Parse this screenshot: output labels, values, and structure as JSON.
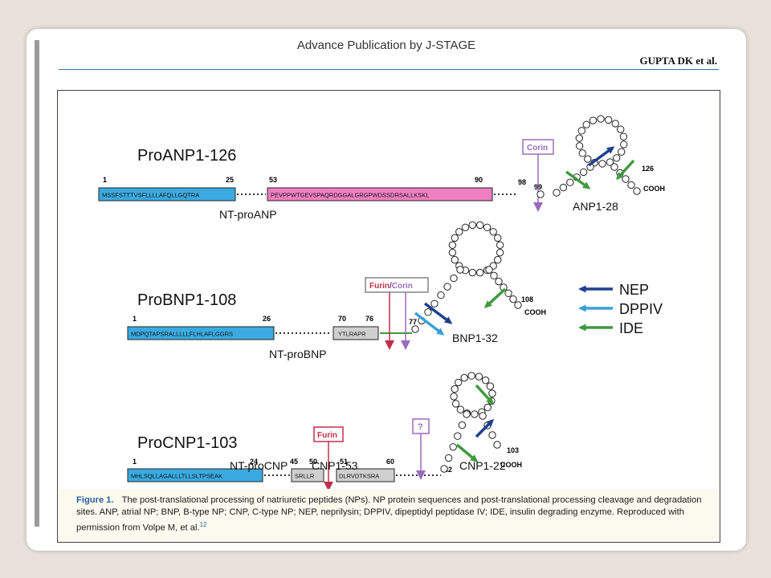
{
  "header": {
    "running_head": "Advance Publication by J-STAGE",
    "authors": "GUPTA DK et al."
  },
  "figure": {
    "anp": {
      "pro_label": "ProANP1-126",
      "nt_label": "NT-proANP",
      "mature_label": "ANP1-28",
      "seq1": "MSSFSTTTVSFLLLLAFQLLGQTRA",
      "seq2": "PEVPPWTGEVSPAQRDGGALGRGPWDSSDRSALLKSKL",
      "pos_1": "1",
      "pos_25": "25",
      "pos_53": "53",
      "pos_90": "90",
      "pos_98": "98",
      "pos_99": "99",
      "pos_126": "126",
      "enzyme": "Corin",
      "cooh": "COOH"
    },
    "bnp": {
      "pro_label": "ProBNP1-108",
      "nt_label": "NT-proBNP",
      "mature_label": "BNP1-32",
      "seq1": "MDPQTAPSRALLLLLFLHLAFLGGRS",
      "seq2": "YTLRAPR",
      "pos_1": "1",
      "pos_26": "26",
      "pos_70": "70",
      "pos_76": "76",
      "pos_77": "77",
      "pos_108": "108",
      "enzyme_a": "Furin",
      "enzyme_sep": "/",
      "enzyme_b": "Corin",
      "cooh": "COOH"
    },
    "cnp": {
      "pro_label": "ProCNP1-103",
      "nt_label": "NT-proCNP",
      "mid_label": "CNP1-53",
      "mature_label": "CNP1-22",
      "seq1": "MHLSQLLAGALLLTLLSLTPSEAK",
      "seq2": "SRLLR",
      "seq3": "DLRVDTKSRA",
      "pos_1": "1",
      "pos_24": "24",
      "pos_45": "45",
      "pos_50": "50",
      "pos_51": "51",
      "pos_60": "60",
      "pos_82": "82",
      "pos_103": "103",
      "enzyme": "Furin",
      "unknown": "?",
      "cooh": "COOH"
    },
    "legend": [
      {
        "label": "NEP",
        "color": "#1f3f8f"
      },
      {
        "label": "DPPIV",
        "color": "#3aa0d8"
      },
      {
        "label": "IDE",
        "color": "#3f9a3f"
      }
    ],
    "colors": {
      "blue_seq": "#3aaae0",
      "pink_seq": "#ee7fc0",
      "gray_seq": "#cfcfcf",
      "corin": "#9b6bc0",
      "furin": "#c0304a"
    }
  },
  "caption": {
    "label": "Figure 1.",
    "text": "The post-translational processing of natriuretic peptides (NPs). NP protein sequences and post-translational processing cleavage and degradation sites. ANP, atrial NP; BNP, B-type NP; CNP, C-type NP; NEP, neprilysin; DPPIV, dipeptidyl peptidase IV; IDE, insulin degrading enzyme. Reproduced with permission from Volpe M, et al.",
    "ref": "12"
  }
}
